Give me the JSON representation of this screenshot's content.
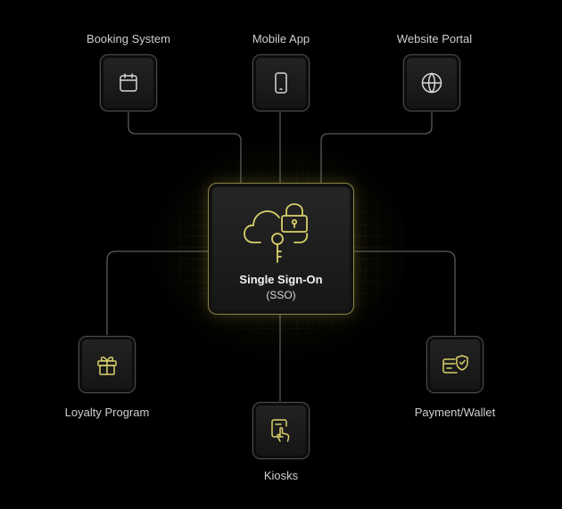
{
  "hub": {
    "title": "Single Sign-On",
    "subtitle": "(SSO)"
  },
  "nodes": [
    {
      "label": "Booking System",
      "icon": "calendar-icon"
    },
    {
      "label": "Mobile App",
      "icon": "smartphone-icon"
    },
    {
      "label": "Website Portal",
      "icon": "globe-icon"
    },
    {
      "label": "Loyalty Program",
      "icon": "gift-icon"
    },
    {
      "label": "Kiosks",
      "icon": "touch-screen-icon"
    },
    {
      "label": "Payment/Wallet",
      "icon": "card-shield-icon"
    }
  ],
  "colors": {
    "background": "#000000",
    "accent": "#d9cf6a",
    "line": "#6e6e6e"
  }
}
